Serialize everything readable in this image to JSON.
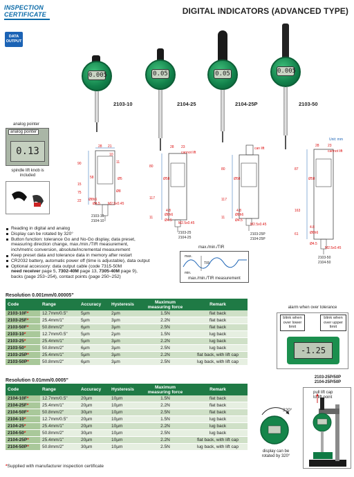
{
  "header": {
    "logo_line1": "INSPECTION",
    "logo_line2": "CERTIFICATE",
    "title": "DIGITAL INDICATORS (ADVANCED TYPE)",
    "badge_line1": "DATA",
    "badge_line2": "OUTPUT"
  },
  "products": [
    {
      "code": "2103-10",
      "display": "0.005"
    },
    {
      "code": "2104-25",
      "display": "0.05"
    },
    {
      "code": "2104-25P",
      "display": "0.05"
    },
    {
      "code": "2103-50",
      "display": "0.005"
    }
  ],
  "left_features": {
    "analog_pointer_title": "analog pointer",
    "analog_pointer_inner": "analog pointer",
    "analog_display": "0.13",
    "knob_caption_line1": "spindle lift knob is",
    "knob_caption_line2": "included"
  },
  "drawings": {
    "unit_label": "Unit: mm",
    "d1": {
      "codes": [
        "2103-10",
        "2104-10"
      ],
      "dims": [
        "28",
        "21",
        "10",
        "11",
        "90",
        "58",
        "15",
        "75",
        "22",
        "Ø8",
        "Ø4.5",
        "M2.5x0.45",
        "Ø8h6",
        "Ø5"
      ]
    },
    "d2": {
      "codes": [
        "2103-25",
        "2104-25"
      ],
      "dims": [
        "28",
        "23",
        "cannot lift",
        "80",
        "Ø58",
        "117",
        "4.8",
        "11",
        "Ø8h6",
        "Ø4.5",
        "M2.5x0.45"
      ]
    },
    "d3": {
      "codes": [
        "2103-25P",
        "2104-25P"
      ],
      "dims": [
        "can lift",
        "80",
        "Ø58",
        "117",
        "4.8",
        "11",
        "Ø8h6",
        "Ø4.5",
        "M2.5x0.45"
      ]
    },
    "d4": {
      "codes": [
        "2103-50",
        "2104-50"
      ],
      "dims": [
        "28",
        "23",
        "cannot lift",
        "87",
        "Ø58",
        "163",
        "4.8",
        "61",
        "Ø8h6",
        "Ø4.5",
        "M2.5x0.45"
      ]
    }
  },
  "features": [
    {
      "text": "Reading in digital and analog"
    },
    {
      "text": "Display can be rotated by 320°"
    },
    {
      "text": "Button function: tolerance Go and No-Go display, data preset,"
    },
    {
      "text": "measuring direction change, max./min./TIR measurement,",
      "cont": true
    },
    {
      "text": "inch/metric conversion, absolute/incremental measurement",
      "cont": true
    },
    {
      "text": "Keep preset data and tolerance data in memory after restart"
    },
    {
      "text": "CR2032 battery, automatic power off (time is adjustable), data output"
    },
    {
      "text": "Optional accessory: data output cable (code 7315-50M"
    }
  ],
  "features_tail": {
    "line1_a": "need receiver",
    "line1_b": " page 5, ",
    "line1_c": "7302-40M",
    "line1_d": " page 13, ",
    "line1_e": "7305-40M",
    "line1_f": " page 9),",
    "line2": "backs (page 253~254), contact points (page 250~252)"
  },
  "tir": {
    "title": "max./min./TIR",
    "caption": "max./min./TIR measurement",
    "max": "max.",
    "min": "min.",
    "tir": "TIR"
  },
  "table1": {
    "title": "Resolution 0.001mm/0.00005\"",
    "headers": [
      "Code",
      "Range",
      "Accuracy",
      "Hysteresis",
      "Maximum measuring force",
      "Remark"
    ],
    "rows": [
      {
        "code": "2103-10F",
        "star": "*",
        "range": "12.7mm/0.5\"",
        "acc": "5µm",
        "hys": "2µm",
        "force": "1.5N",
        "remark": "flat back"
      },
      {
        "code": "2103-25F",
        "star": "*",
        "range": "25.4mm/1\"",
        "acc": "5µm",
        "hys": "3µm",
        "force": "2.2N",
        "remark": "flat back"
      },
      {
        "code": "2103-50F",
        "star": "*",
        "range": "50.8mm/2\"",
        "acc": "6µm",
        "hys": "3µm",
        "force": "2.5N",
        "remark": "flat back"
      },
      {
        "code": "2103-10",
        "star": "*",
        "range": "12.7mm/0.5\"",
        "acc": "5µm",
        "hys": "2µm",
        "force": "1.5N",
        "remark": "lug back"
      },
      {
        "code": "2103-25",
        "star": "*",
        "range": "25.4mm/1\"",
        "acc": "5µm",
        "hys": "3µm",
        "force": "2.2N",
        "remark": "lug back"
      },
      {
        "code": "2103-50",
        "star": "*",
        "range": "50.8mm/2\"",
        "acc": "6µm",
        "hys": "3µm",
        "force": "2.5N",
        "remark": "lug back"
      },
      {
        "code": "2103-25P",
        "star": "*",
        "range": "25.4mm/1\"",
        "acc": "5µm",
        "hys": "3µm",
        "force": "2.2N",
        "remark": "flat back, with lift cap"
      },
      {
        "code": "2103-50P",
        "star": "*",
        "range": "50.8mm/2\"",
        "acc": "6µm",
        "hys": "3µm",
        "force": "2.5N",
        "remark": "lug back, with lift cap"
      }
    ]
  },
  "table2": {
    "title": "Resolution 0.01mm/0.0005\"",
    "headers": [
      "Code",
      "Range",
      "Accuracy",
      "Hysteresis",
      "Maximum measuring force",
      "Remark"
    ],
    "rows": [
      {
        "code": "2104-10F",
        "star": "*",
        "range": "12.7mm/0.5\"",
        "acc": "20µm",
        "hys": "10µm",
        "force": "1.5N",
        "remark": "flat back"
      },
      {
        "code": "2104-25F",
        "star": "*",
        "range": "25.4mm/1\"",
        "acc": "20µm",
        "hys": "10µm",
        "force": "2.2N",
        "remark": "flat back"
      },
      {
        "code": "2104-50F",
        "star": "*",
        "range": "50.8mm/2\"",
        "acc": "30µm",
        "hys": "10µm",
        "force": "2.5N",
        "remark": "flat back"
      },
      {
        "code": "2104-10",
        "star": "*",
        "range": "12.7mm/0.5\"",
        "acc": "20µm",
        "hys": "10µm",
        "force": "1.5N",
        "remark": "lug back"
      },
      {
        "code": "2104-25",
        "star": "*",
        "range": "25.4mm/1\"",
        "acc": "20µm",
        "hys": "10µm",
        "force": "2.2N",
        "remark": "lug back"
      },
      {
        "code": "2104-50",
        "star": "*",
        "range": "50.8mm/2\"",
        "acc": "30µm",
        "hys": "10µm",
        "force": "2.5N",
        "remark": "lug back"
      },
      {
        "code": "2104-25P",
        "star": "*",
        "range": "25.4mm/1\"",
        "acc": "20µm",
        "hys": "10µm",
        "force": "2.2N",
        "remark": "flat back, with lift cap"
      },
      {
        "code": "2104-50P",
        "star": "*",
        "range": "50.8mm/2\"",
        "acc": "30µm",
        "hys": "10µm",
        "force": "2.5N",
        "remark": "lug back, with lift cap"
      }
    ]
  },
  "footnote": {
    "star": "*",
    "text": "Supplied with manufacturer inspection certificate"
  },
  "alarm": {
    "title": "alarm when over tolerance",
    "lower": "blink when over lower limit",
    "upper": "blink when over upper limit",
    "display": "-1.25"
  },
  "rotate": {
    "angle": "320°",
    "caption_line1": "display can be",
    "caption_line2": "rotated by 320°"
  },
  "stand": {
    "codes_line1": "2103-25P/50P",
    "codes_line2": "2104-25P/50P",
    "caption_line1": "pull lift cap",
    "caption_line2": "to lift point"
  },
  "colors": {
    "brand_blue": "#1b63b5",
    "header_green": "#1f7a45",
    "dim_red": "#dd1111"
  }
}
